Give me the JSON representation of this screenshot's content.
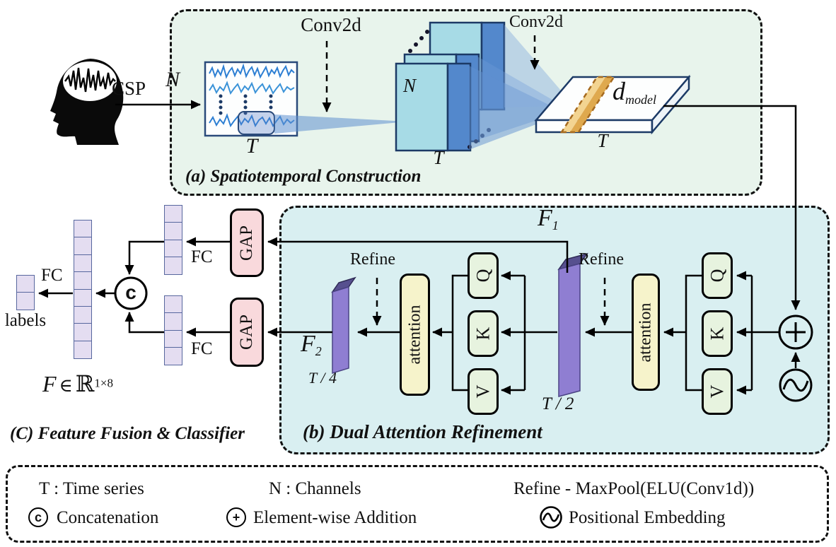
{
  "panel_a": {
    "title": "(a) Spatiotemporal Construction",
    "csp_label": "CSP",
    "conv2d_first": "Conv2d",
    "conv2d_second": "Conv2d",
    "signal_n": "N",
    "signal_t": "T",
    "stack_n": "N",
    "stack_t": "T",
    "dmodel": {
      "base": "d",
      "sub": "model"
    },
    "slab_t": "T"
  },
  "panel_b": {
    "title": "(b) Dual Attention Refinement",
    "f1": {
      "base": "F",
      "sub": "1"
    },
    "f2": {
      "base": "F",
      "sub": "2"
    },
    "t_half": "T / 2",
    "t_quarter": "T / 4",
    "refine_first": "Refine",
    "refine_second": "Refine",
    "attention_first": "attention",
    "attention_second": "attention",
    "stage1": {
      "q": "Q",
      "k": "K",
      "v": "V"
    },
    "stage2": {
      "q": "Q",
      "k": "K",
      "v": "V"
    }
  },
  "panel_c": {
    "title": "(C) Feature Fusion & Classifier",
    "gap_top": "GAP",
    "gap_bottom": "GAP",
    "fc_top": "FC",
    "fc_bottom": "FC",
    "fc_output": "FC",
    "concat_symbol": "c",
    "labels_caption": "labels",
    "feature_formula": {
      "var": "F",
      "element_of": "∈",
      "set": "ℝ",
      "sup": "1×8"
    },
    "vectors": {
      "branch_top_cells": 4,
      "branch_bottom_cells": 4,
      "fused_cells": 8,
      "output_cells": 2
    }
  },
  "legend": {
    "t_def": "T : Time series",
    "n_def": "N : Channels",
    "refine_def": "Refine - MaxPool(ELU(Conv1d))",
    "concat_symbol": "c",
    "concat_def": "Concatenation",
    "add_def": "Element-wise Addition",
    "pos_def": "Positional Embedding"
  },
  "colors": {
    "panel_a_bg": "#e8f4ec",
    "panel_b_bg": "#d9eff1",
    "gap_bg": "#f9d9dc",
    "attention_bg": "#f6f3cb",
    "qkv_bg": "#e7f3df",
    "vector_cell_bg": "#e4ddf1",
    "slab_front_purple": "#8f7ed2",
    "slab_top_purple": "#57508f",
    "wave_blue": "#2d7fd3",
    "card_cyan": "#a7dbe6",
    "card_blue": "#5388cc",
    "beam_blue": "#5f8fd0",
    "band_orange": "#dfa94e"
  }
}
